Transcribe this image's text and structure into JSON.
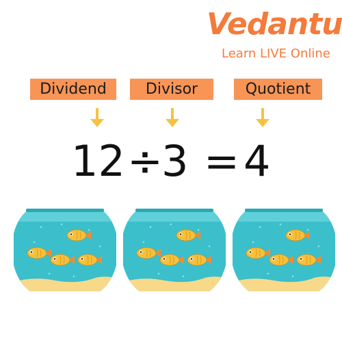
{
  "brand": {
    "name": "Vedantu",
    "tagline": "Learn LIVE Online",
    "color": "#f47b3b"
  },
  "labels": {
    "dividend": "Dividend",
    "divisor": "Divisor",
    "quotient": "Quotient",
    "box_color": "#f79456",
    "arrow_color": "#f5c242"
  },
  "equation": {
    "dividend": "12",
    "operator": "÷",
    "divisor": "3",
    "equals": "=",
    "quotient": "4"
  },
  "bowls": {
    "count": 3,
    "fish_per_bowl": 4,
    "water_color": "#3bbfcb",
    "sand_color": "#f8d98a",
    "fish_color": "#f6c13a",
    "fin_color": "#f28b30"
  }
}
